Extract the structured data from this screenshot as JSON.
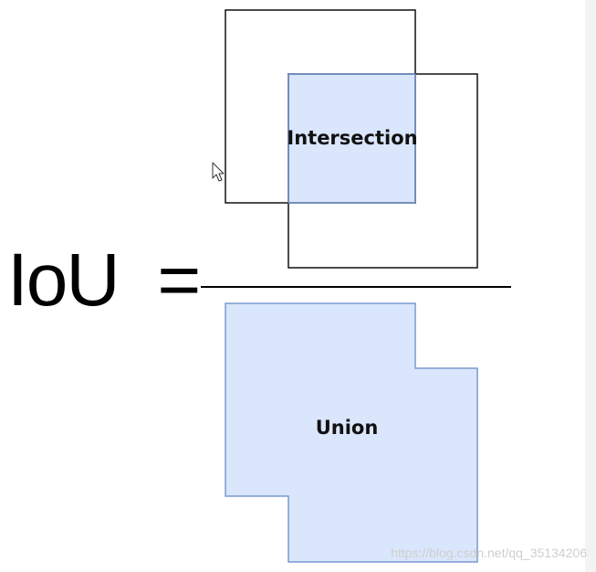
{
  "equation": {
    "lhs": "IoU",
    "equals": "=",
    "numerator_label": "Intersection",
    "denominator_label": "Union"
  },
  "watermark": "https://blog.csdn.net/qq_35134206",
  "colors": {
    "fill": "#dae6fb",
    "fill_stroke": "#7a9ad0",
    "box_stroke": "#111111",
    "text": "#000000"
  },
  "icons": {
    "cursor": "mouse-pointer-icon"
  }
}
